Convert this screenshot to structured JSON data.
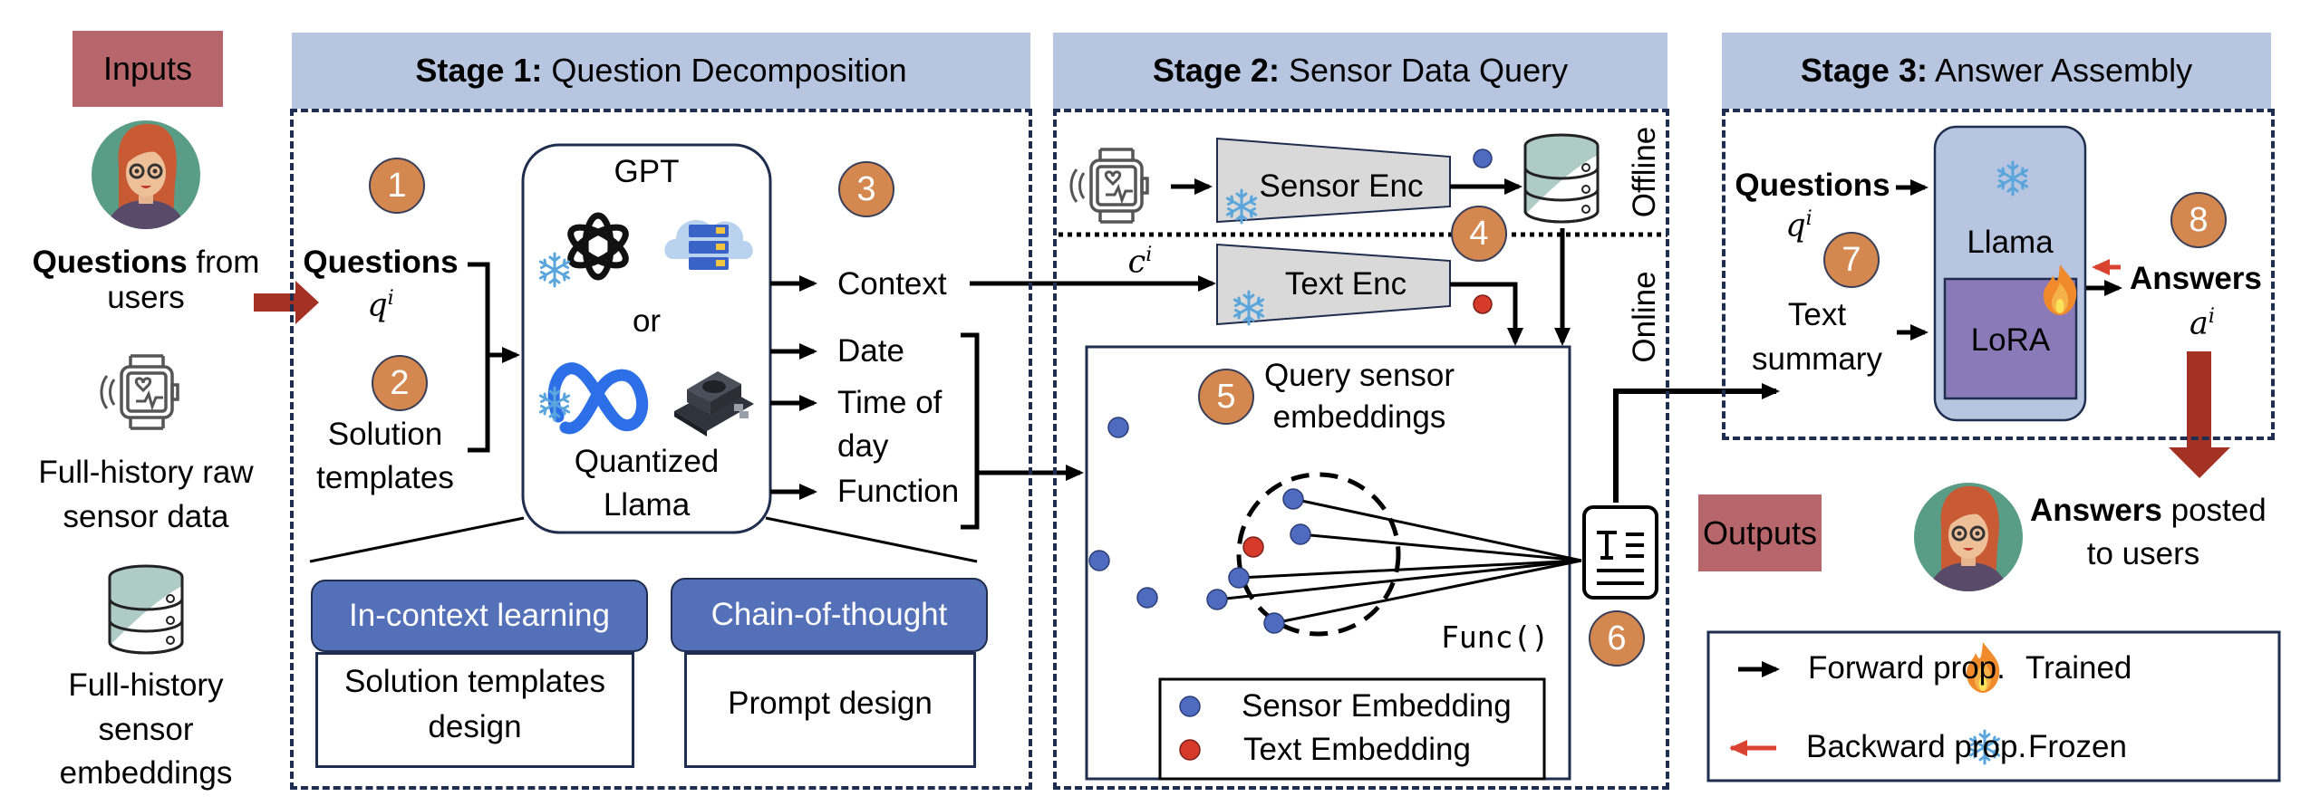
{
  "inputs": {
    "label": "Inputs",
    "questions_bold": "Questions",
    "questions_rest": " from",
    "questions_line2": "users",
    "raw_line1": "Full-history raw",
    "raw_line2": "sensor data",
    "emb_line1": "Full-history",
    "emb_line2": "sensor",
    "emb_line3": "embeddings"
  },
  "stage1": {
    "title_bold": "Stage 1:",
    "title_rest": " Question Decomposition",
    "badge1": "1",
    "badge2": "2",
    "badge3": "3",
    "questions_label": "Questions",
    "questions_math": "q",
    "questions_sup": "i",
    "templates_line1": "Solution",
    "templates_line2": "templates",
    "model_top": "GPT",
    "model_or": "or",
    "model_bottom_line1": "Quantized",
    "model_bottom_line2": "Llama",
    "outputs": [
      "Context",
      "Date",
      "Time of",
      "day",
      "Function"
    ],
    "icl_header": "In-context learning",
    "icl_body_line1": "Solution templates",
    "icl_body_line2": "design",
    "cot_header": "Chain-of-thought",
    "cot_body": "Prompt design"
  },
  "stage2": {
    "title_bold": "Stage 2:",
    "title_rest": " Sensor Data Query",
    "sensor_enc": "Sensor Enc",
    "text_enc": "Text Enc",
    "offline": "Offline",
    "online": "Online",
    "context_math": "c",
    "context_sup": "i",
    "badge4": "4",
    "badge5": "5",
    "badge6": "6",
    "query_line1": "Query sensor",
    "query_line2": "embeddings",
    "func": "Func()",
    "legend_sensor": "Sensor Embedding",
    "legend_text": "Text Embedding"
  },
  "stage3": {
    "title_bold": "Stage 3:",
    "title_rest": " Answer Assembly",
    "questions_label": "Questions",
    "questions_math": "q",
    "questions_sup": "i",
    "badge7": "7",
    "badge8": "8",
    "text_summary_line1": "Text",
    "text_summary_line2": "summary",
    "llama": "Llama",
    "lora": "LoRA",
    "answers_label": "Answers",
    "answers_math": "a",
    "answers_sup": "i"
  },
  "outputs": {
    "label": "Outputs",
    "answers_bold": "Answers",
    "answers_rest": " posted",
    "answers_line2": "to users"
  },
  "legend": {
    "forward": "Forward prop.",
    "backward": "Backward prop.",
    "trained": "Trained",
    "frozen": "Frozen"
  },
  "colors": {
    "stage_header": "#b8c5e1",
    "badge": "#d4874f",
    "io_box": "#b7666b",
    "dark_red_arrow": "#a33225",
    "backward_arrow": "#d9432f",
    "sensor_dot": "#4f6bbf",
    "text_dot": "#d63a2a",
    "technique_header": "#5470b8",
    "lora": "#8b7ab8",
    "llama_box": "#b8c5e1"
  }
}
